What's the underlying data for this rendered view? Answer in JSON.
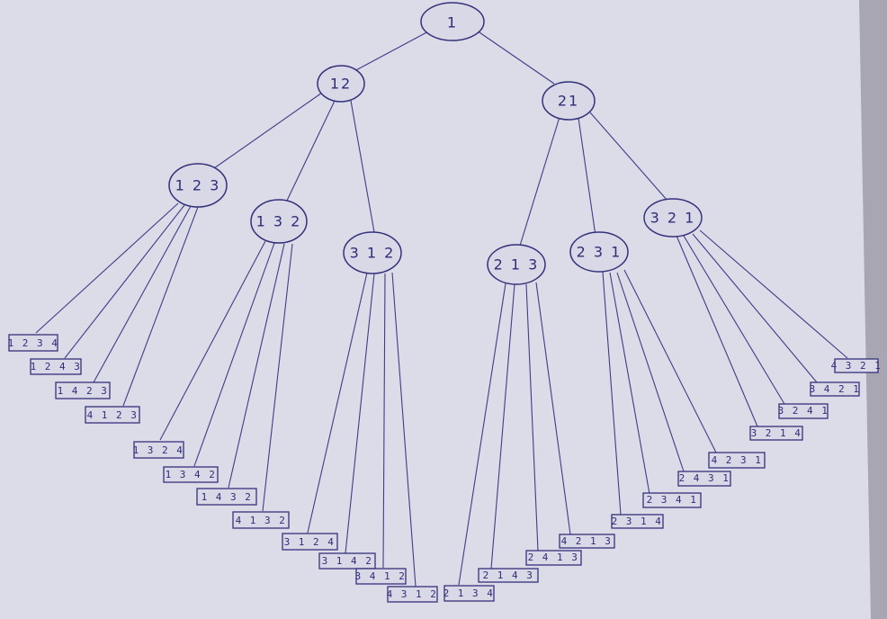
{
  "tree": {
    "root": "1",
    "level1": [
      "12",
      "21"
    ],
    "level2": [
      "123",
      "132",
      "312",
      "213",
      "231",
      "321"
    ],
    "leaves": [
      [
        "1234",
        "1243",
        "1423",
        "4123"
      ],
      [
        "1324",
        "1342",
        "1432",
        "4132"
      ],
      [
        "3124",
        "3142",
        "3412",
        "4312"
      ],
      [
        "2134",
        "2143",
        "2413",
        "4213"
      ],
      [
        "2314",
        "2341",
        "2431",
        "4231"
      ],
      [
        "3214",
        "3241",
        "3421",
        "4321"
      ]
    ]
  },
  "nodes": {
    "root": "1",
    "n12": "12",
    "n21": "21",
    "n123": "1 2 3",
    "n132": "1 3 2",
    "n312": "3 1 2",
    "n213": "2 1 3",
    "n231": "2 3 1",
    "n321": "3 2 1"
  },
  "leaves": {
    "l1234": "1 2 3 4",
    "l1243": "1 2 4 3",
    "l1423": "1 4 2 3",
    "l4123": "4 1 2 3",
    "l1324": "1 3 2 4",
    "l1342": "1 3 4 2",
    "l1432": "1 4 3 2",
    "l4132": "4 1 3 2",
    "l3124": "3 1 2 4",
    "l3142": "3 1 4 2",
    "l3412": "3 4 1 2",
    "l4312": "4 3 1 2",
    "l2134": "2 1 3 4",
    "l2143": "2 1 4 3",
    "l2413": "2 4 1 3",
    "l4213": "4 2 1 3",
    "l2314": "2 3 1 4",
    "l2341": "2 3 4 1",
    "l2431": "2 4 3 1",
    "l4231": "4 2 3 1",
    "l3214": "3 2 1 4",
    "l3241": "3 2 4 1",
    "l3421": "3 4 2 1",
    "l4321": "4 3 2 1"
  },
  "colors": {
    "ink": "#2f2d78",
    "paper": "#dcdbe8",
    "background": "#8f8c96"
  }
}
